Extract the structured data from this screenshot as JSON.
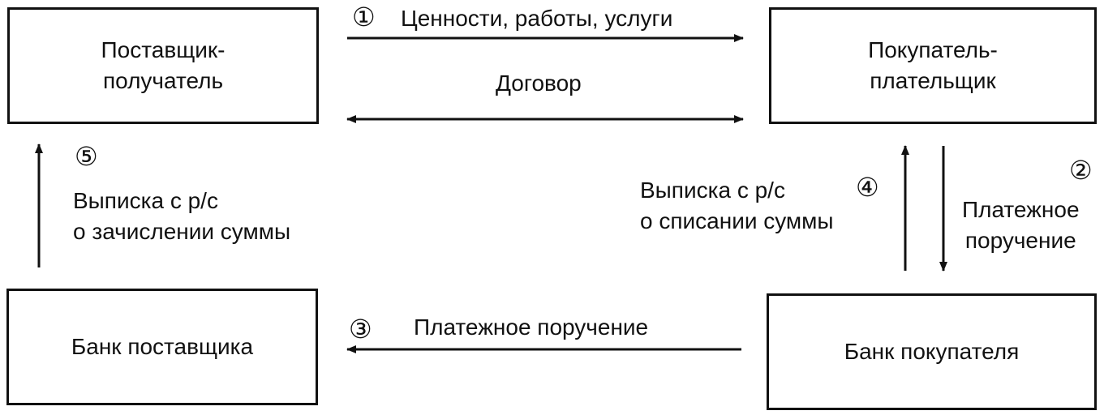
{
  "nodes": {
    "supplier": "Поставщик-\nполучатель",
    "buyer": "Покупатель-\nплательщик",
    "supplier_bank": "Банк поставщика",
    "buyer_bank": "Банк покупателя"
  },
  "edges": {
    "goods": {
      "step": "①",
      "label": "Ценности, работы, услуги"
    },
    "contract": {
      "label": "Договор"
    },
    "payment_order_to_bank": {
      "step": "②",
      "label": "Платежное\nпоручение"
    },
    "payment_order_interbank": {
      "step": "③",
      "label": "Платежное поручение"
    },
    "statement_debit": {
      "step": "④",
      "label": "Выписка с р/с\nо списании суммы"
    },
    "statement_credit": {
      "step": "⑤",
      "label": "Выписка с р/с\nо зачислении суммы"
    }
  }
}
